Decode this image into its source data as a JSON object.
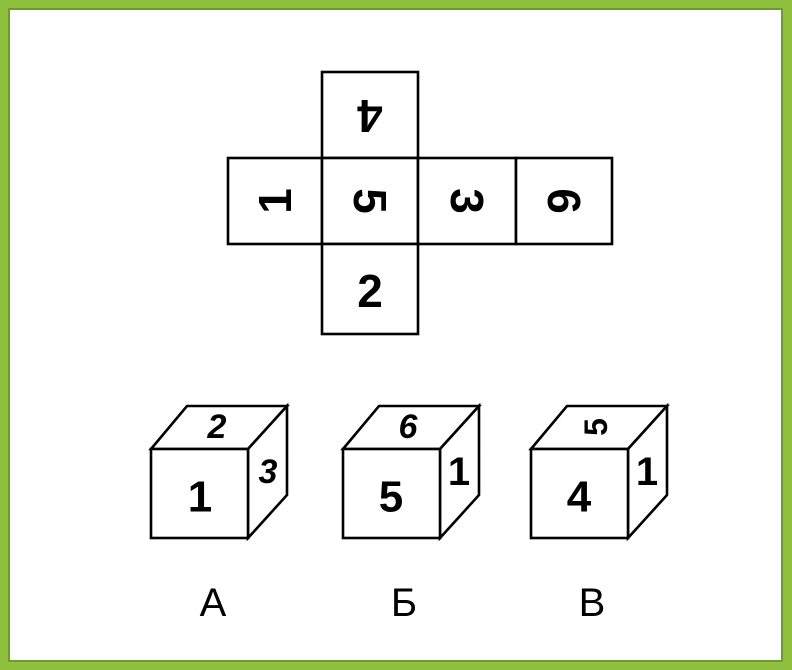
{
  "net": {
    "top": "4",
    "left": "1",
    "center": "5",
    "right": "3",
    "far_right": "6",
    "bottom": "2"
  },
  "options": [
    {
      "label": "А",
      "front": "1",
      "top": "2",
      "side": "3"
    },
    {
      "label": "Б",
      "front": "5",
      "top": "6",
      "side": "1"
    },
    {
      "label": "В",
      "front": "4",
      "top": "5",
      "side": "1"
    }
  ]
}
